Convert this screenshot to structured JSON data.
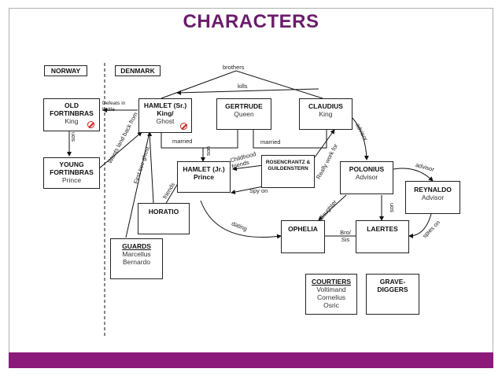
{
  "title": "CHARACTERS",
  "colors": {
    "accent": "#8b1a7b",
    "title": "#6b1c6b"
  },
  "boxes": {
    "norway": "NORWAY",
    "denmark": "DENMARK",
    "old_fortinbras": {
      "name": "OLD FORTINBRAS",
      "role": "King"
    },
    "young_fortinbras": {
      "name": "YOUNG FORTINBRAS",
      "role": "Prince"
    },
    "hamlet_sr": {
      "name": "HAMLET (Sr.) King/",
      "role": "Ghost"
    },
    "gertrude": {
      "name": "GERTRUDE",
      "role": "Queen"
    },
    "claudius": {
      "name": "CLAUDIUS",
      "role": "King"
    },
    "hamlet_jr": {
      "name": "HAMLET (Jr.) Prince"
    },
    "rosencrantz": {
      "name": "ROSENCRANTZ & GUILDENSTERN"
    },
    "polonius": {
      "name": "POLONIUS",
      "role": "Advisor"
    },
    "reynaldo": {
      "name": "REYNALDO",
      "role": "Advisor"
    },
    "horatio": {
      "name": "HORATIO"
    },
    "ophelia": {
      "name": "OPHELIA"
    },
    "laertes": {
      "name": "LAERTES"
    },
    "guards": {
      "name": "GUARDS",
      "members": [
        "Marcellus",
        "Bernardo"
      ]
    },
    "courtiers": {
      "name": "COURTIERS",
      "members": [
        "Voltimand",
        "Cornelius",
        "Osric"
      ]
    },
    "gravediggers": {
      "name": "GRAVE- DIGGERS"
    }
  },
  "labels": {
    "brothers": "brothers",
    "kills": "kills",
    "defeats": "Defeats in battle",
    "wants_land": "Wants land back from",
    "son1": "son",
    "married1": "married",
    "married2": "married",
    "son2": "son",
    "first_see": "First see ghost",
    "friends": "friends",
    "childhood": "Childhood friends",
    "spy_on": "Spy on",
    "really_work": "Really work for",
    "advisor1": "advisor",
    "advisor2": "advisor",
    "dating": "dating",
    "daughter": "daughter",
    "son3": "son",
    "bro_sis": "Bro/ Sis",
    "spies_on": "spies on"
  }
}
